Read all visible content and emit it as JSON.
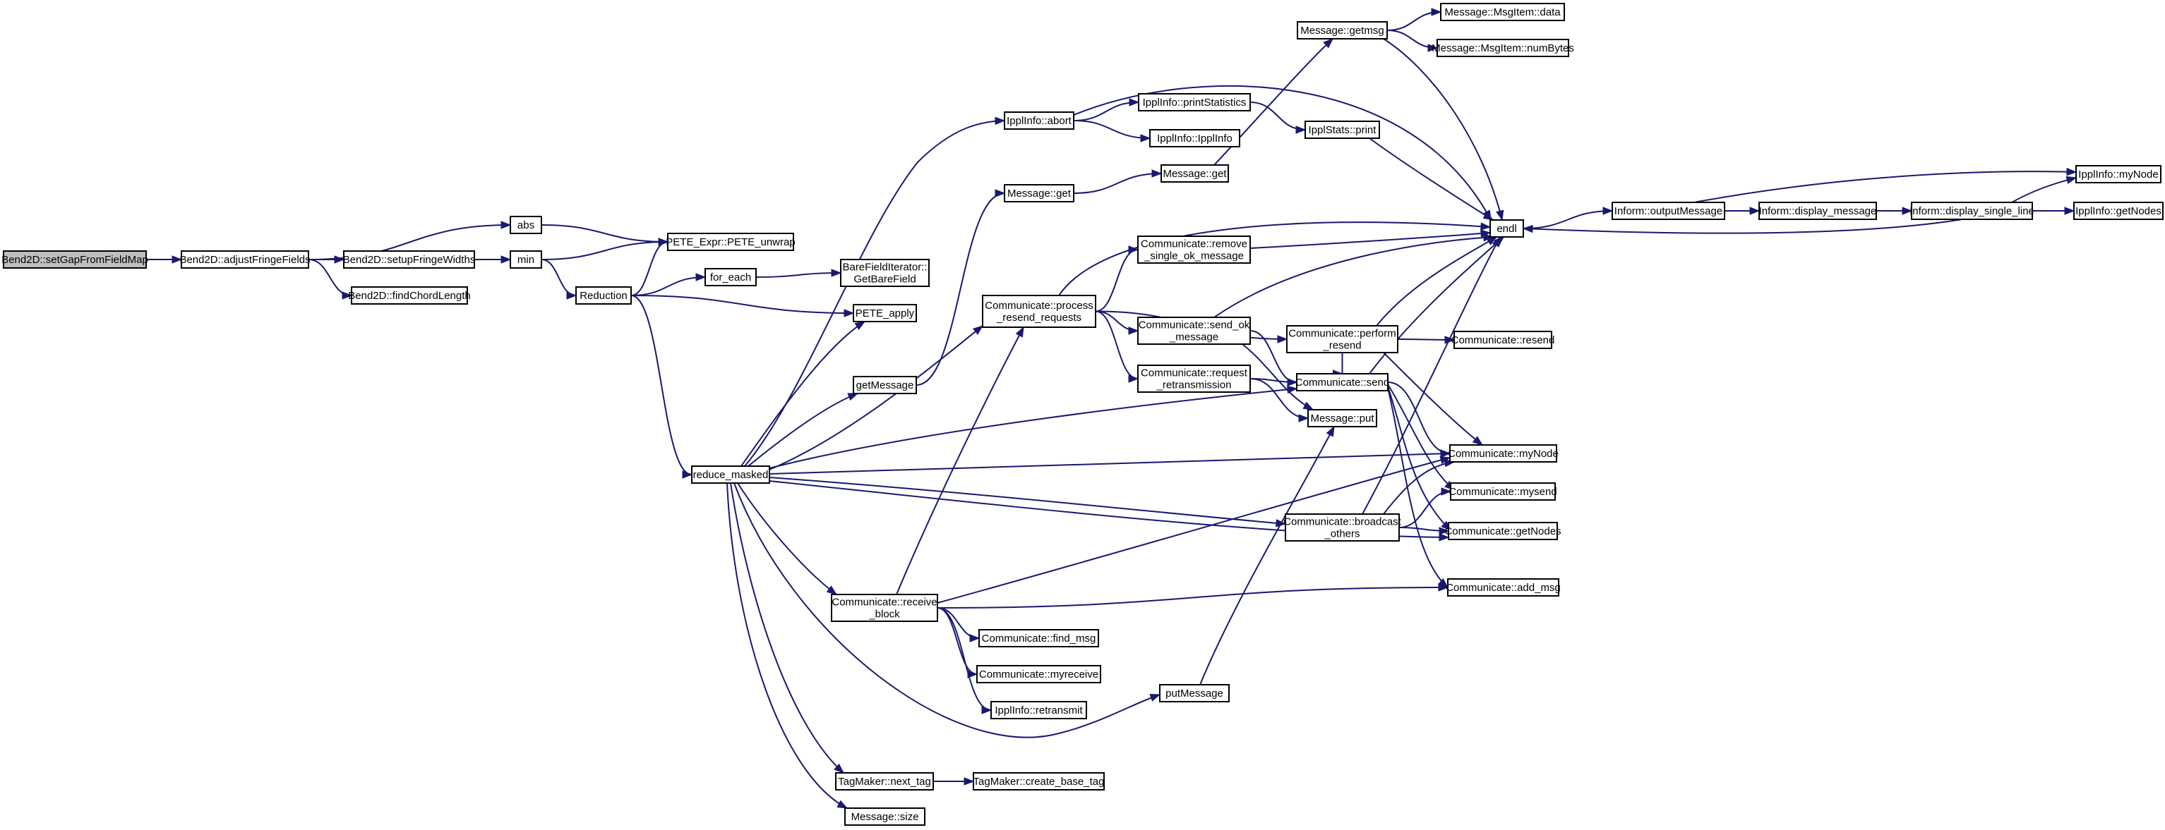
{
  "diagram": {
    "type": "call-graph",
    "colors": {
      "edge": "#191970",
      "node_border": "#000000",
      "node_fill": "#ffffff",
      "root_fill": "#bfbfbf"
    },
    "nodes": [
      {
        "id": "n0",
        "lines": [
          "Bend2D::setGapFromFieldMap"
        ],
        "root": true
      },
      {
        "id": "n1",
        "lines": [
          "Bend2D::adjustFringeFields"
        ]
      },
      {
        "id": "n2",
        "lines": [
          "abs"
        ]
      },
      {
        "id": "n3",
        "lines": [
          "Bend2D::setupFringeWidths"
        ]
      },
      {
        "id": "n4",
        "lines": [
          "Bend2D::findChordLength"
        ]
      },
      {
        "id": "n5",
        "lines": [
          "PETE_Expr::PETE_unwrap"
        ]
      },
      {
        "id": "n6",
        "lines": [
          "min"
        ]
      },
      {
        "id": "n7",
        "lines": [
          "Reduction"
        ]
      },
      {
        "id": "n8",
        "lines": [
          "for_each"
        ]
      },
      {
        "id": "n9",
        "lines": [
          "BareFieldIterator::",
          "GetBareField"
        ]
      },
      {
        "id": "n10",
        "lines": [
          "PETE_apply"
        ]
      },
      {
        "id": "n11",
        "lines": [
          "reduce_masked"
        ]
      },
      {
        "id": "n12",
        "lines": [
          "IpplInfo::abort"
        ]
      },
      {
        "id": "n13",
        "lines": [
          "getMessage"
        ]
      },
      {
        "id": "n14",
        "lines": [
          "Communicate::process",
          "_resend_requests"
        ]
      },
      {
        "id": "n15",
        "lines": [
          "Communicate::receive",
          "_block"
        ]
      },
      {
        "id": "n16",
        "lines": [
          "TagMaker::next_tag"
        ]
      },
      {
        "id": "n17",
        "lines": [
          "Message::size"
        ]
      },
      {
        "id": "n18",
        "lines": [
          "IpplInfo::printStatistics"
        ]
      },
      {
        "id": "n19",
        "lines": [
          "IpplInfo::IpplInfo"
        ]
      },
      {
        "id": "n20",
        "lines": [
          "Message::get"
        ]
      },
      {
        "id": "n21",
        "lines": [
          "Message::get"
        ]
      },
      {
        "id": "n22",
        "lines": [
          "Message::getmsg"
        ]
      },
      {
        "id": "n23",
        "lines": [
          "Message::MsgItem::data"
        ]
      },
      {
        "id": "n24",
        "lines": [
          "Message::MsgItem::numBytes"
        ]
      },
      {
        "id": "n25",
        "lines": [
          "IpplStats::print"
        ]
      },
      {
        "id": "n26",
        "lines": [
          "endl"
        ]
      },
      {
        "id": "n27",
        "lines": [
          "Communicate::remove",
          "_single_ok_message"
        ]
      },
      {
        "id": "n28",
        "lines": [
          "Communicate::send_ok",
          "_message"
        ]
      },
      {
        "id": "n29",
        "lines": [
          "Communicate::request",
          "_retransmission"
        ]
      },
      {
        "id": "n30",
        "lines": [
          "Communicate::perform",
          "_resend"
        ]
      },
      {
        "id": "n31",
        "lines": [
          "Communicate::send"
        ]
      },
      {
        "id": "n32",
        "lines": [
          "Message::put"
        ]
      },
      {
        "id": "n33",
        "lines": [
          "Communicate::resend"
        ]
      },
      {
        "id": "n34",
        "lines": [
          "Communicate::myNode"
        ]
      },
      {
        "id": "n35",
        "lines": [
          "Communicate::mysend"
        ]
      },
      {
        "id": "n36",
        "lines": [
          "Communicate::getNodes"
        ]
      },
      {
        "id": "n37",
        "lines": [
          "Communicate::broadcast",
          "_others"
        ]
      },
      {
        "id": "n38",
        "lines": [
          "Communicate::add_msg"
        ]
      },
      {
        "id": "n39",
        "lines": [
          "Communicate::find_msg"
        ]
      },
      {
        "id": "n40",
        "lines": [
          "Communicate::myreceive"
        ]
      },
      {
        "id": "n41",
        "lines": [
          "IpplInfo::retransmit"
        ]
      },
      {
        "id": "n42",
        "lines": [
          "putMessage"
        ]
      },
      {
        "id": "n43",
        "lines": [
          "TagMaker::create_base_tag"
        ]
      },
      {
        "id": "n44",
        "lines": [
          "Inform::outputMessage"
        ]
      },
      {
        "id": "n45",
        "lines": [
          "Inform::display_message"
        ]
      },
      {
        "id": "n46",
        "lines": [
          "Inform::display_single_line"
        ]
      },
      {
        "id": "n47",
        "lines": [
          "IpplInfo::myNode"
        ]
      },
      {
        "id": "n48",
        "lines": [
          "IpplInfo::getNodes"
        ]
      }
    ],
    "edges": [
      [
        "n0",
        "n1"
      ],
      [
        "n1",
        "n2"
      ],
      [
        "n1",
        "n3"
      ],
      [
        "n1",
        "n4"
      ],
      [
        "n2",
        "n5"
      ],
      [
        "n3",
        "n6"
      ],
      [
        "n6",
        "n5"
      ],
      [
        "n6",
        "n7"
      ],
      [
        "n7",
        "n5"
      ],
      [
        "n7",
        "n8"
      ],
      [
        "n7",
        "n10"
      ],
      [
        "n7",
        "n11"
      ],
      [
        "n8",
        "n9"
      ],
      [
        "n11",
        "n12"
      ],
      [
        "n11",
        "n13"
      ],
      [
        "n11",
        "n10"
      ],
      [
        "n11",
        "n14"
      ],
      [
        "n11",
        "n15"
      ],
      [
        "n11",
        "n16"
      ],
      [
        "n11",
        "n17"
      ],
      [
        "n11",
        "n31"
      ],
      [
        "n11",
        "n34"
      ],
      [
        "n11",
        "n37"
      ],
      [
        "n11",
        "n36"
      ],
      [
        "n11",
        "n42"
      ],
      [
        "n12",
        "n18"
      ],
      [
        "n12",
        "n19"
      ],
      [
        "n12",
        "n26"
      ],
      [
        "n18",
        "n25"
      ],
      [
        "n25",
        "n26"
      ],
      [
        "n13",
        "n20"
      ],
      [
        "n20",
        "n21"
      ],
      [
        "n21",
        "n22"
      ],
      [
        "n22",
        "n23"
      ],
      [
        "n22",
        "n24"
      ],
      [
        "n22",
        "n26"
      ],
      [
        "n14",
        "n26"
      ],
      [
        "n14",
        "n27"
      ],
      [
        "n14",
        "n28"
      ],
      [
        "n14",
        "n29"
      ],
      [
        "n14",
        "n30"
      ],
      [
        "n27",
        "n26"
      ],
      [
        "n28",
        "n26"
      ],
      [
        "n28",
        "n31"
      ],
      [
        "n28",
        "n32"
      ],
      [
        "n29",
        "n31"
      ],
      [
        "n29",
        "n32"
      ],
      [
        "n30",
        "n26"
      ],
      [
        "n30",
        "n33"
      ],
      [
        "n30",
        "n31"
      ],
      [
        "n30",
        "n34"
      ],
      [
        "n31",
        "n26"
      ],
      [
        "n31",
        "n34"
      ],
      [
        "n31",
        "n35"
      ],
      [
        "n31",
        "n36"
      ],
      [
        "n31",
        "n38"
      ],
      [
        "n37",
        "n34"
      ],
      [
        "n37",
        "n35"
      ],
      [
        "n37",
        "n36"
      ],
      [
        "n37",
        "n26"
      ],
      [
        "n15",
        "n14"
      ],
      [
        "n15",
        "n34"
      ],
      [
        "n15",
        "n38"
      ],
      [
        "n15",
        "n39"
      ],
      [
        "n15",
        "n40"
      ],
      [
        "n15",
        "n41"
      ],
      [
        "n16",
        "n43"
      ],
      [
        "n42",
        "n32"
      ],
      [
        "n26",
        "n44"
      ],
      [
        "n44",
        "n45"
      ],
      [
        "n44",
        "n47"
      ],
      [
        "n45",
        "n46"
      ],
      [
        "n46",
        "n47"
      ],
      [
        "n46",
        "n48"
      ],
      [
        "n46",
        "n26"
      ]
    ]
  }
}
